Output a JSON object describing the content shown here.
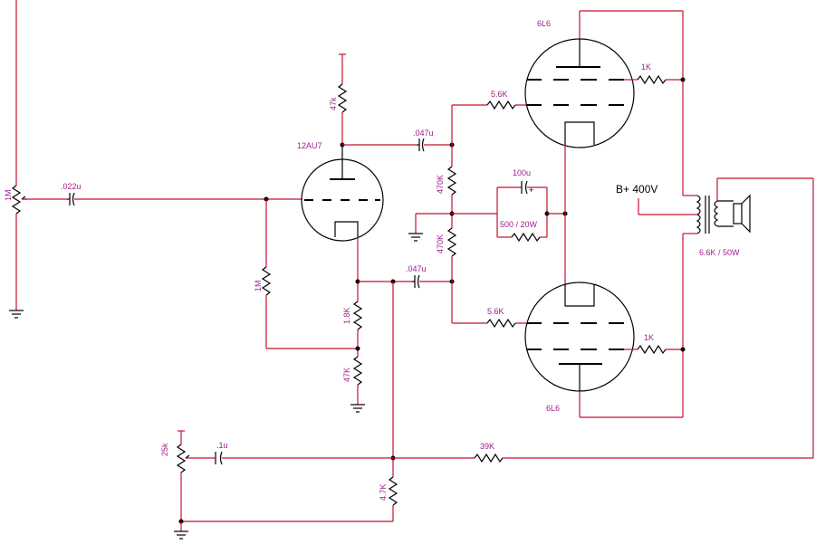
{
  "labels": {
    "pot_input": "1M",
    "cap_input": ".022u",
    "res_plate_12au7": "47k",
    "tube_12au7": "12AU7",
    "res_grid_12au7": "1M",
    "res_cathode_1": "1.8K",
    "res_cathode_2": "47K",
    "cap_top": ".047u",
    "cap_bottom": ".047u",
    "res_pi_top": "470K",
    "res_pi_bottom": "470K",
    "res_grid_top": "5.6K",
    "res_grid_bottom": "5.6K",
    "cap_bypass": "100u",
    "res_bypass": "500 / 20W",
    "tube_top": "6L6",
    "tube_bottom": "6L6",
    "res_screen_top": "1K",
    "res_screen_bottom": "1K",
    "supply": "B+ 400V",
    "transformer": "6.6K / 50W",
    "pot_presence": "25k",
    "cap_presence": ".1u",
    "res_feedback": "39K",
    "res_shunt": "4.7K"
  },
  "colors": {
    "wire": "#c8102e",
    "component": "#000000",
    "label": "#a0208a"
  }
}
